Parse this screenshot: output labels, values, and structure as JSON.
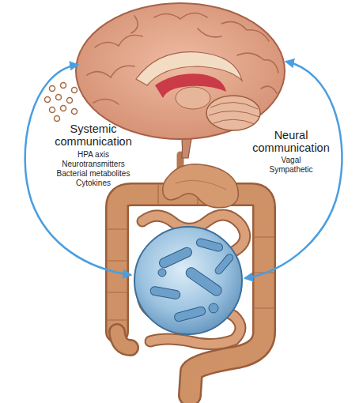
{
  "diagram": {
    "labels": [
      "Systemic communication",
      "HPA axis",
      "Neurotransmitters",
      "Bacterial metabolites",
      "Cytokines",
      "Neural communication",
      "Vagal",
      "Sympathetic"
    ]
  }
}
